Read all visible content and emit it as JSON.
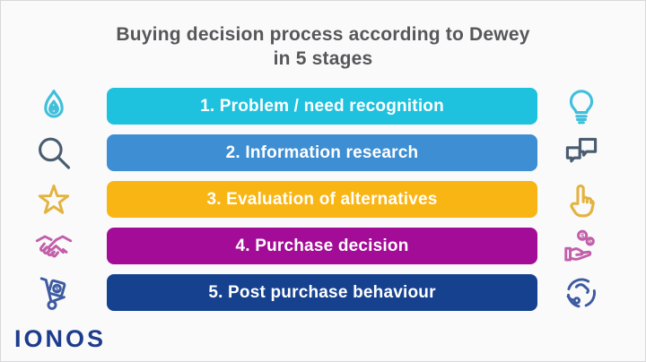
{
  "title": {
    "line1": "Buying decision process according to Dewey",
    "line2": "in 5 stages"
  },
  "stages": [
    {
      "label": "1. Problem / need recognition",
      "color": "#1FC2DE",
      "icon_color": "#3FBFDB",
      "left_icon": "flame-icon",
      "right_icon": "lightbulb-icon"
    },
    {
      "label": "2. Information research",
      "color": "#3E8ED3",
      "icon_color": "#4A5C70",
      "left_icon": "magnifier-icon",
      "right_icon": "speech-bubbles-icon"
    },
    {
      "label": "3. Evaluation of alternatives",
      "color": "#F9B513",
      "icon_color": "#E3B33F",
      "left_icon": "star-icon",
      "right_icon": "tap-hand-icon"
    },
    {
      "label": "4. Purchase decision",
      "color": "#A30C96",
      "icon_color": "#C25FA9",
      "left_icon": "handshake-icon",
      "right_icon": "hand-coins-icon"
    },
    {
      "label": "5. Post purchase behaviour",
      "color": "#15418F",
      "icon_color": "#3E5AA0",
      "left_icon": "hand-truck-icon",
      "right_icon": "headset-icon"
    }
  ],
  "logo": {
    "text": "IONOS",
    "color": "#1D3C8D"
  },
  "page": {
    "background": "#FAFAFB",
    "border": "#D8D8DC",
    "title_color": "#57575A"
  }
}
